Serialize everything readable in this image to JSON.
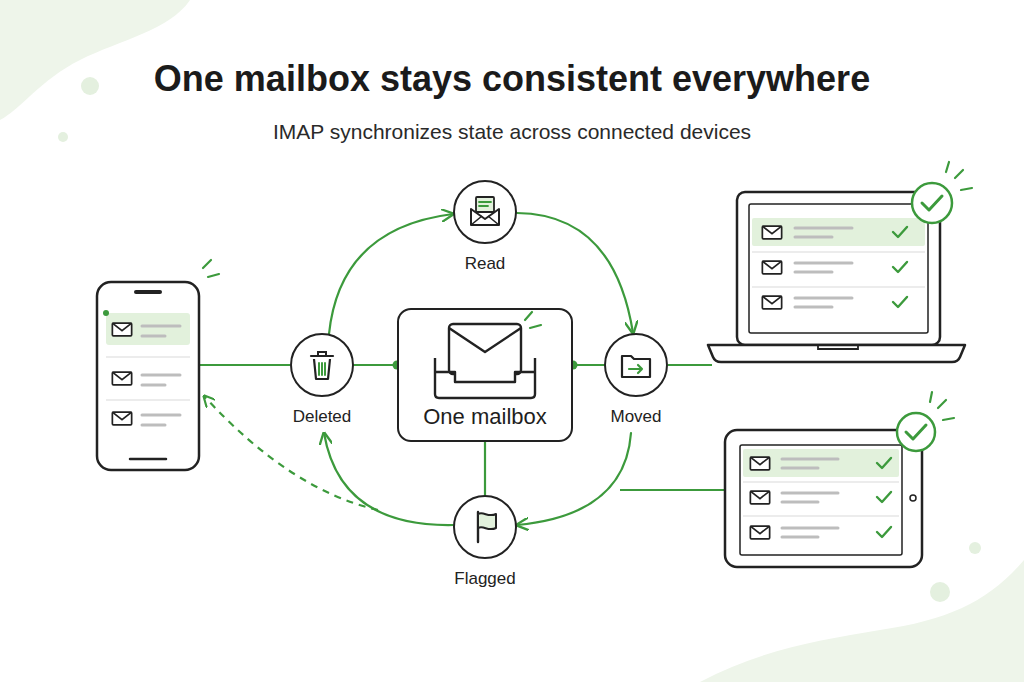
{
  "diagram": {
    "title": "One mailbox stays consistent everywhere",
    "caption": "IMAP synchronizes state across connected devices",
    "nodes": [
      {
        "text": [
          "Read"
        ]
      },
      {
        "text": [
          "Deleted"
        ]
      },
      {
        "text": [
          "One mailbox"
        ]
      },
      {
        "text": [
          "Moved"
        ]
      },
      {
        "text": [
          "Flagged"
        ]
      }
    ],
    "edges": [
      {
        "from": 1,
        "to": 0,
        "arrow": "to"
      },
      {
        "from": 0,
        "to": 3,
        "arrow": "to"
      },
      {
        "from": 3,
        "to": 4,
        "arrow": "to"
      },
      {
        "from": 4,
        "to": 1,
        "arrow": "to"
      },
      {
        "from": 2,
        "to": 1,
        "arrow": "none"
      },
      {
        "from": 2,
        "to": 3,
        "arrow": "none"
      },
      {
        "from": 2,
        "to": 4,
        "arrow": "none"
      }
    ]
  }
}
